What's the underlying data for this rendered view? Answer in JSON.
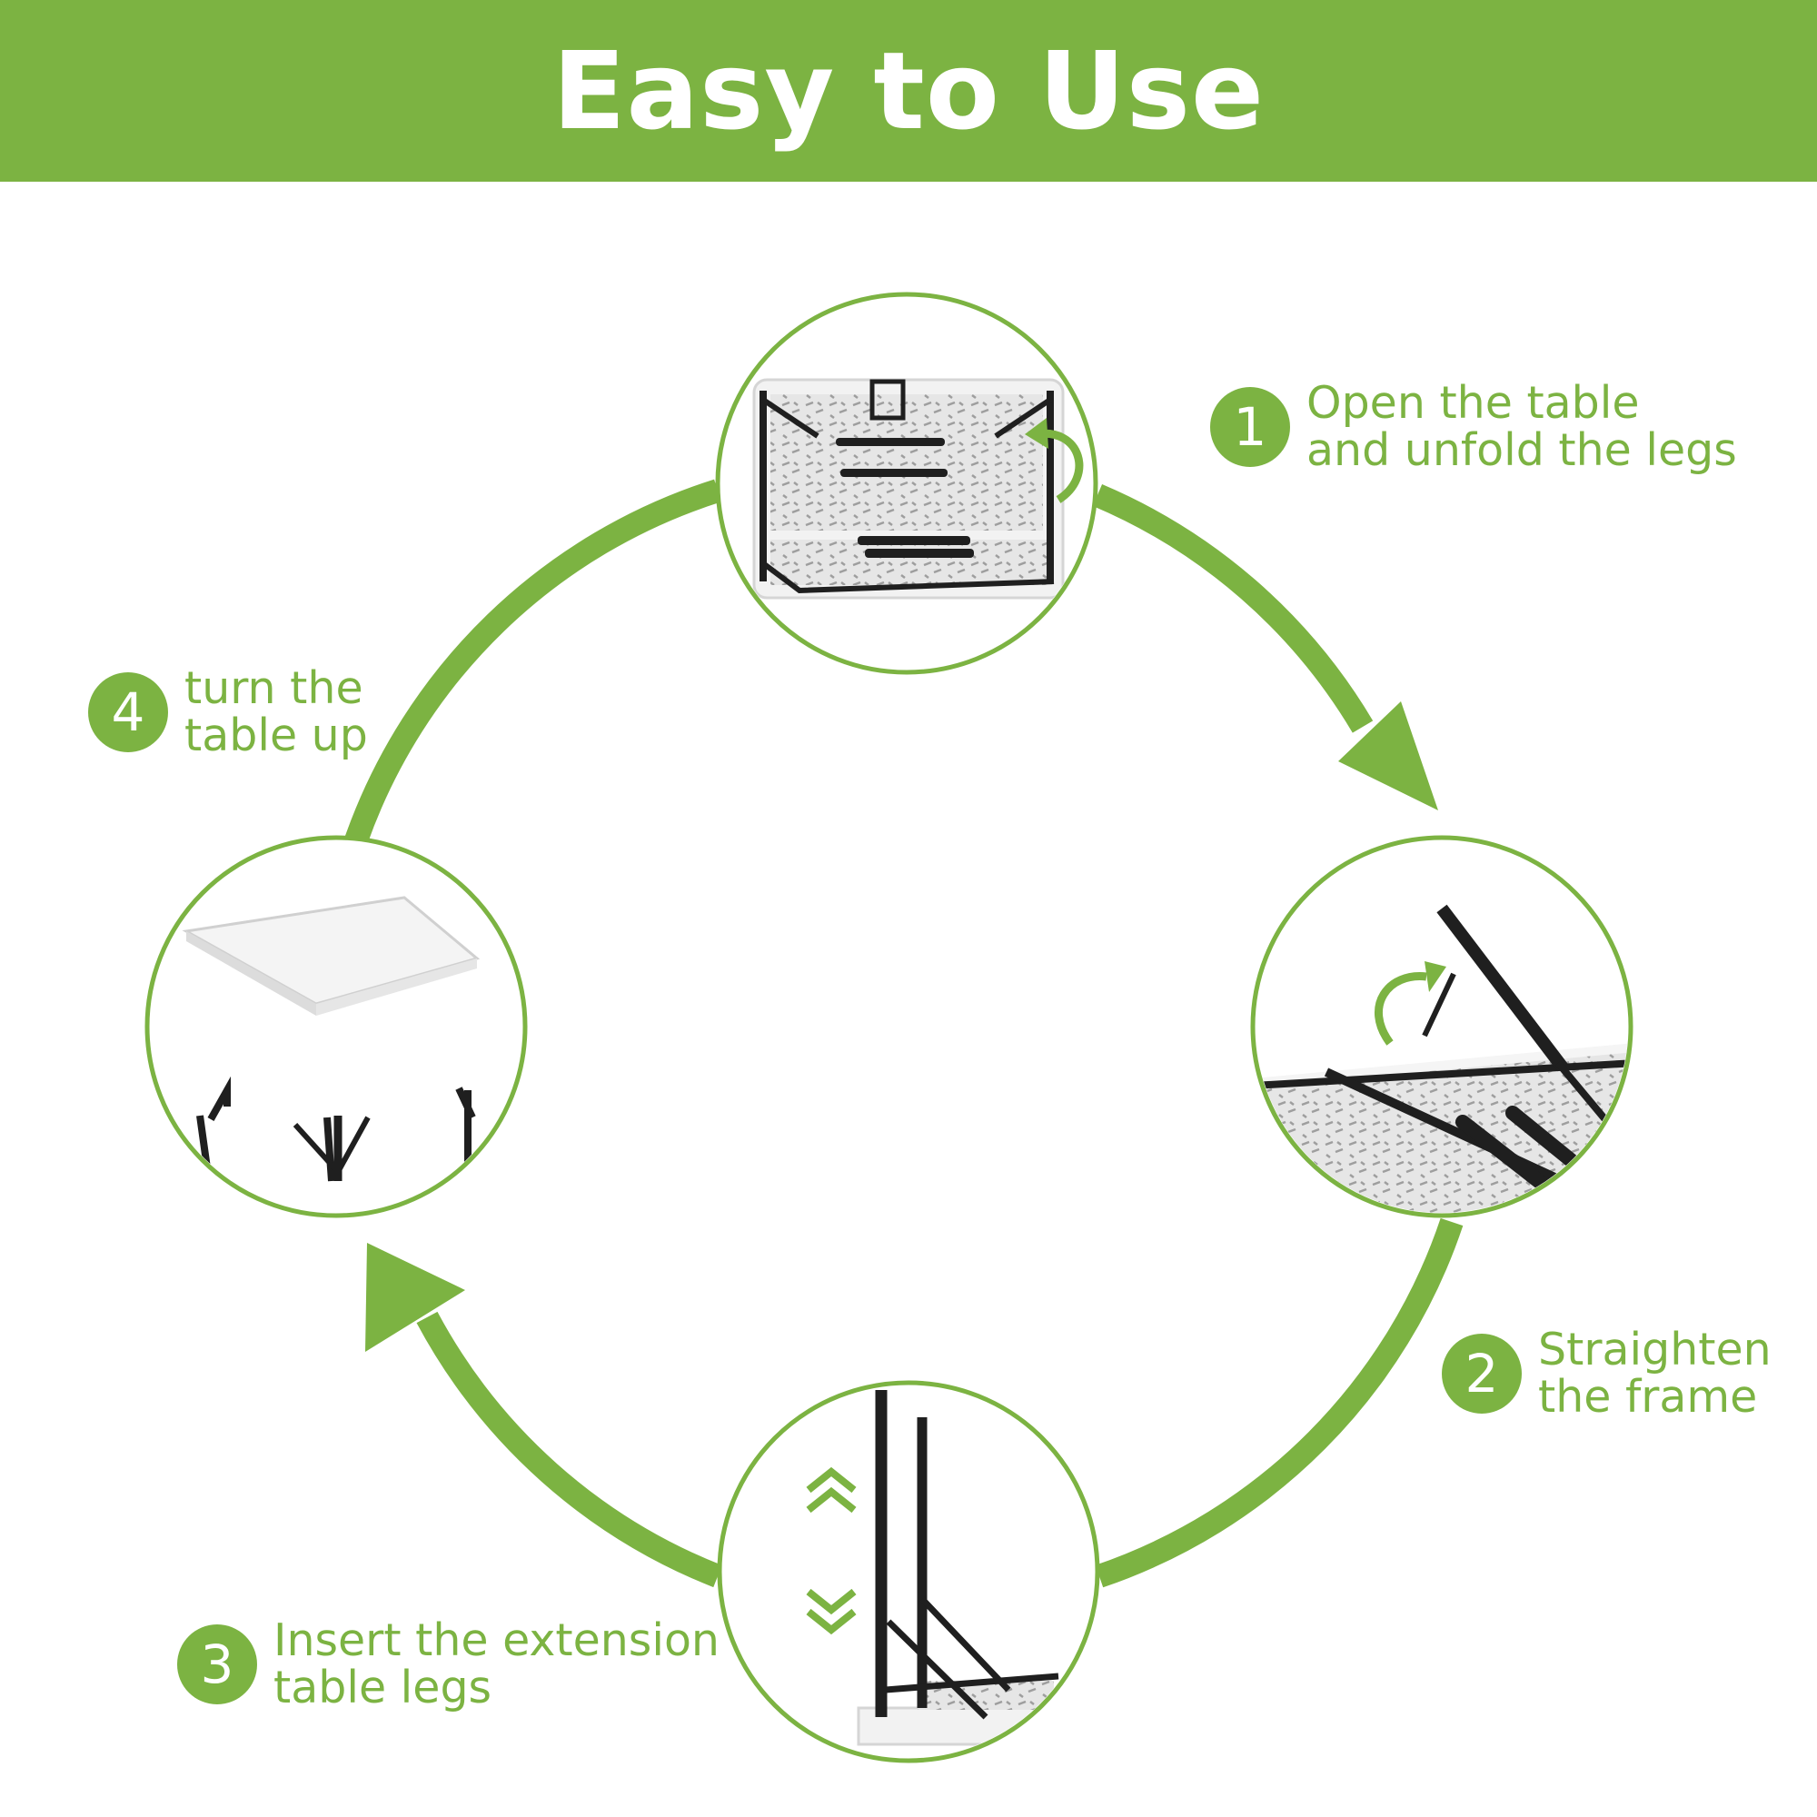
{
  "title": "Easy to Use",
  "colors": {
    "accent": "#7cb342",
    "frame": "#1f1f1f",
    "tabletop": "#eeeeee"
  },
  "steps": [
    {
      "number": "1",
      "lines": [
        "Open the table",
        "and unfold the legs"
      ]
    },
    {
      "number": "2",
      "lines": [
        "Straighten",
        "the frame"
      ]
    },
    {
      "number": "3",
      "lines": [
        "Insert the extension",
        "table legs"
      ]
    },
    {
      "number": "4",
      "lines": [
        "turn the",
        "table up"
      ]
    }
  ]
}
